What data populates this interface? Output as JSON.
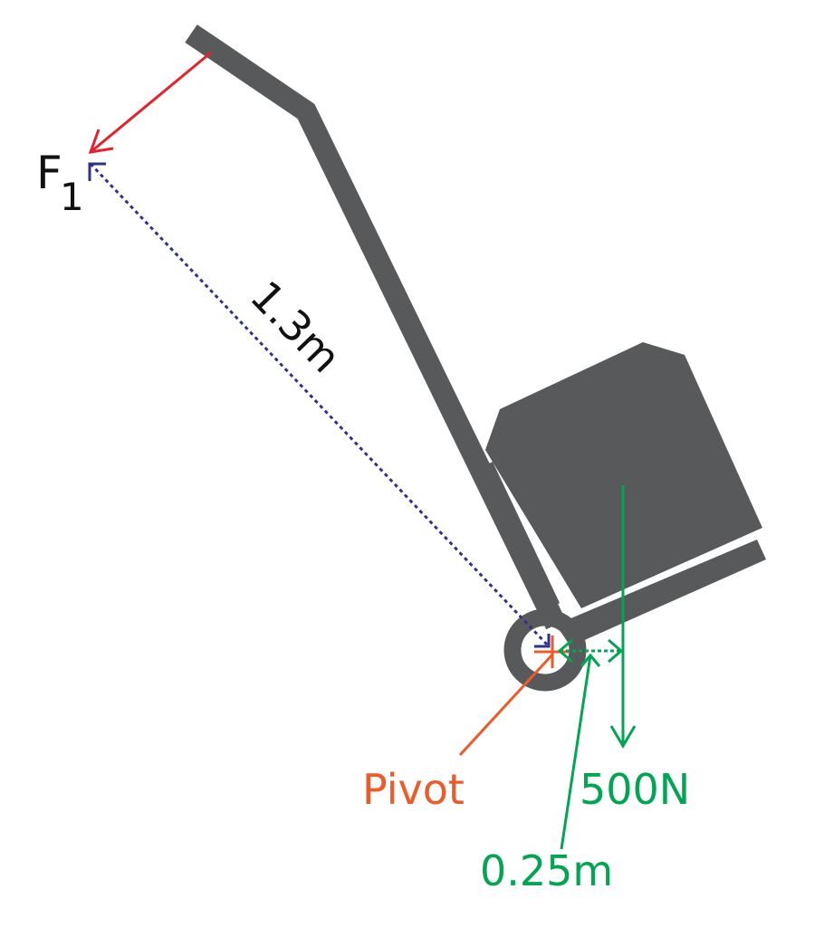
{
  "labels": {
    "force_name": "F",
    "force_subscript": "1",
    "effort_distance": "1.3m",
    "pivot": "Pivot",
    "load_force": "500N",
    "load_distance": "0.25m"
  },
  "colors": {
    "trolley": "#58595b",
    "effort_arrow": "#e8202a",
    "effort_distance_line": "#2e3192",
    "pivot": "#f05a28",
    "load": "#00a651",
    "background": "#ffffff"
  }
}
